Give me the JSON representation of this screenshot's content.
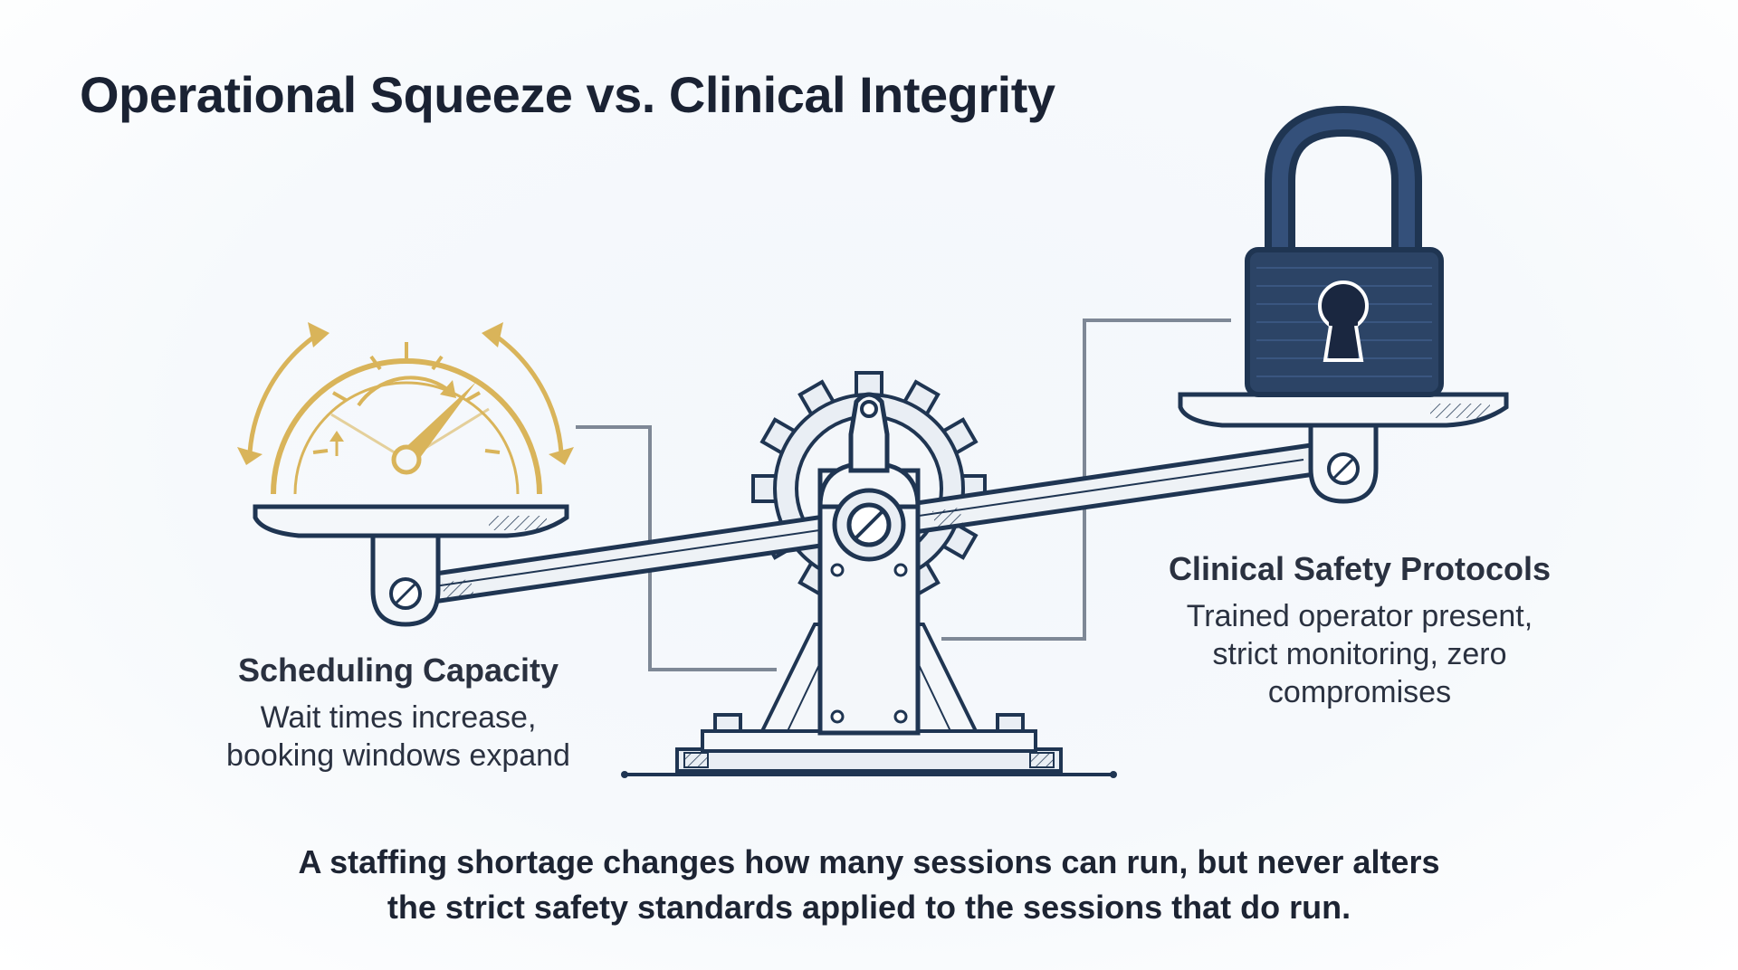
{
  "title": "Operational Squeeze vs. Clinical Integrity",
  "left": {
    "heading": "Scheduling Capacity",
    "lines": [
      "Wait times increase,",
      "booking windows expand"
    ]
  },
  "right": {
    "heading": "Clinical Safety Protocols",
    "lines": [
      "Trained operator present,",
      "strict monitoring, zero",
      "compromises"
    ]
  },
  "caption": {
    "lines": [
      "A staffing shortage changes how many sessions can run, but never alters",
      "the strict safety standards applied to the sessions that do run."
    ]
  },
  "colors": {
    "navy": "#1f3552",
    "gold": "#d9b45a",
    "lock_body": "#2c4466",
    "connector": "#7e8896"
  },
  "icons": [
    "speedometer-gauge-icon",
    "padlock-icon",
    "gear-icon"
  ]
}
